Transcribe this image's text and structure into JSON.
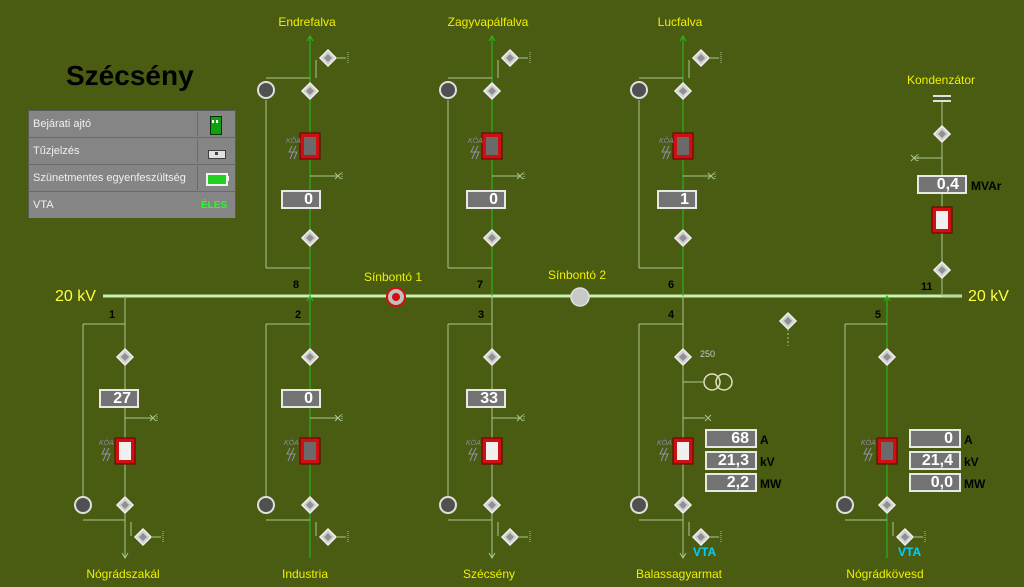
{
  "station_title": "Szécsény",
  "status_panel": {
    "rows": [
      {
        "label": "Bejárati ajtó",
        "indicator": "door-icon"
      },
      {
        "label": "Tűzjelzés",
        "indicator": "fire-alarm-icon"
      },
      {
        "label": "Szünetmentes egyenfeszültség",
        "indicator": "battery-icon"
      },
      {
        "label": "VTA",
        "value": "ÉLES"
      }
    ]
  },
  "busbar": {
    "voltage_left": "20 kV",
    "voltage_right": "20 kV",
    "couplers": [
      {
        "label": "Sínbontó 1",
        "state": "closed"
      },
      {
        "label": "Sínbontó 2",
        "state": "open"
      }
    ]
  },
  "feeders_top": [
    {
      "number": "8",
      "name": "Endrefalva",
      "current": "0"
    },
    {
      "number": "7",
      "name": "Zagyvapálfalva",
      "current": "0"
    },
    {
      "number": "6",
      "name": "Lucfalva",
      "current": "1"
    }
  ],
  "capacitor": {
    "number": "11",
    "name": "Kondenzátor",
    "value": "0,4",
    "unit": "MVAr"
  },
  "feeders_bottom": [
    {
      "number": "1",
      "name": "Nógrádszakál",
      "current": "27"
    },
    {
      "number": "2",
      "name": "Industria",
      "current": "0"
    },
    {
      "number": "3",
      "name": "Szécsény",
      "current": "33"
    }
  ],
  "transformer_feeders": [
    {
      "number": "4",
      "name": "Balassagyarmat",
      "rating": "250",
      "current": "68",
      "voltage": "21,3",
      "power": "2,2",
      "vta": "VTA"
    },
    {
      "number": "5",
      "name": "Nógrádkövesd",
      "current": "0",
      "voltage": "21,4",
      "power": "0,0",
      "vta": "VTA"
    }
  ],
  "units": {
    "current": "A",
    "voltage": "kV",
    "power": "MW"
  },
  "koa_label": "KÖA",
  "colors": {
    "background": "#4a5c12",
    "busbar": "#c8f0b0",
    "breaker_red": "#d01010",
    "label_yellow": "#f0f000",
    "vta_cyan": "#00d0ff"
  }
}
